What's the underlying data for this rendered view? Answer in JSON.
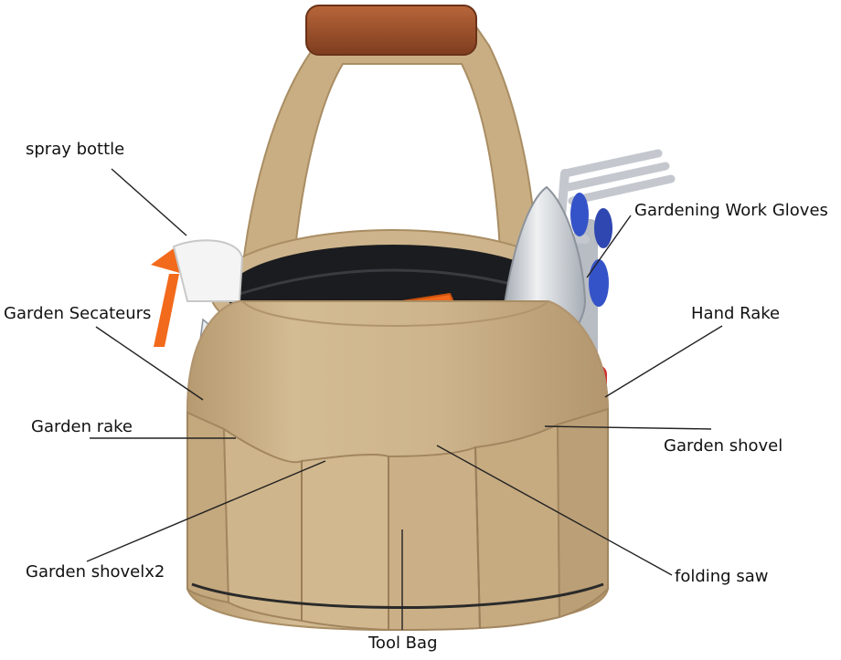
{
  "labels": {
    "spray_bottle": "spray bottle",
    "gardening_work_gloves": "Gardening Work Gloves",
    "garden_secateurs": "Garden Secateurs",
    "hand_rake": "Hand Rake",
    "garden_rake": "Garden rake",
    "garden_shovel": "Garden shovel",
    "garden_shovel_x2": "Garden shovelx2",
    "folding_saw": "folding saw",
    "tool_bag": "Tool Bag"
  },
  "colors": {
    "bag_canvas": "#cdb48c",
    "bag_shade": "#b89c74",
    "handle_leather": "#9a4f2a",
    "tool_orange": "#f26a1b",
    "tool_red": "#d32f2f",
    "metal": "#c9ccd1",
    "glove_blue": "#3553c8",
    "leader_line": "#222222"
  }
}
